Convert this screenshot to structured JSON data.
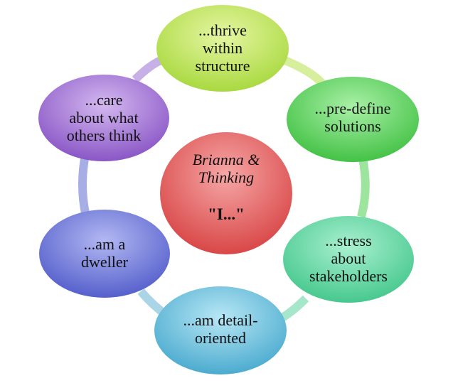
{
  "diagram": {
    "center": {
      "line1": "Brianna &",
      "line2": "Thinking",
      "line3": "\"I...\"",
      "color": "#e05a5a"
    },
    "nodes": [
      {
        "lines": [
          "...thrive",
          "within",
          "structure"
        ],
        "color": "#bde25a"
      },
      {
        "lines": [
          "...pre-define",
          "solutions"
        ],
        "color": "#5cd25e"
      },
      {
        "lines": [
          "...stress",
          "about",
          "stakeholders"
        ],
        "color": "#5fd6a2"
      },
      {
        "lines": [
          "...am detail-",
          "oriented"
        ],
        "color": "#5ab9d8"
      },
      {
        "lines": [
          "...am a",
          "dweller"
        ],
        "color": "#6670d6"
      },
      {
        "lines": [
          "...care",
          "about what",
          "others think"
        ],
        "color": "#9a6ad0"
      }
    ]
  }
}
